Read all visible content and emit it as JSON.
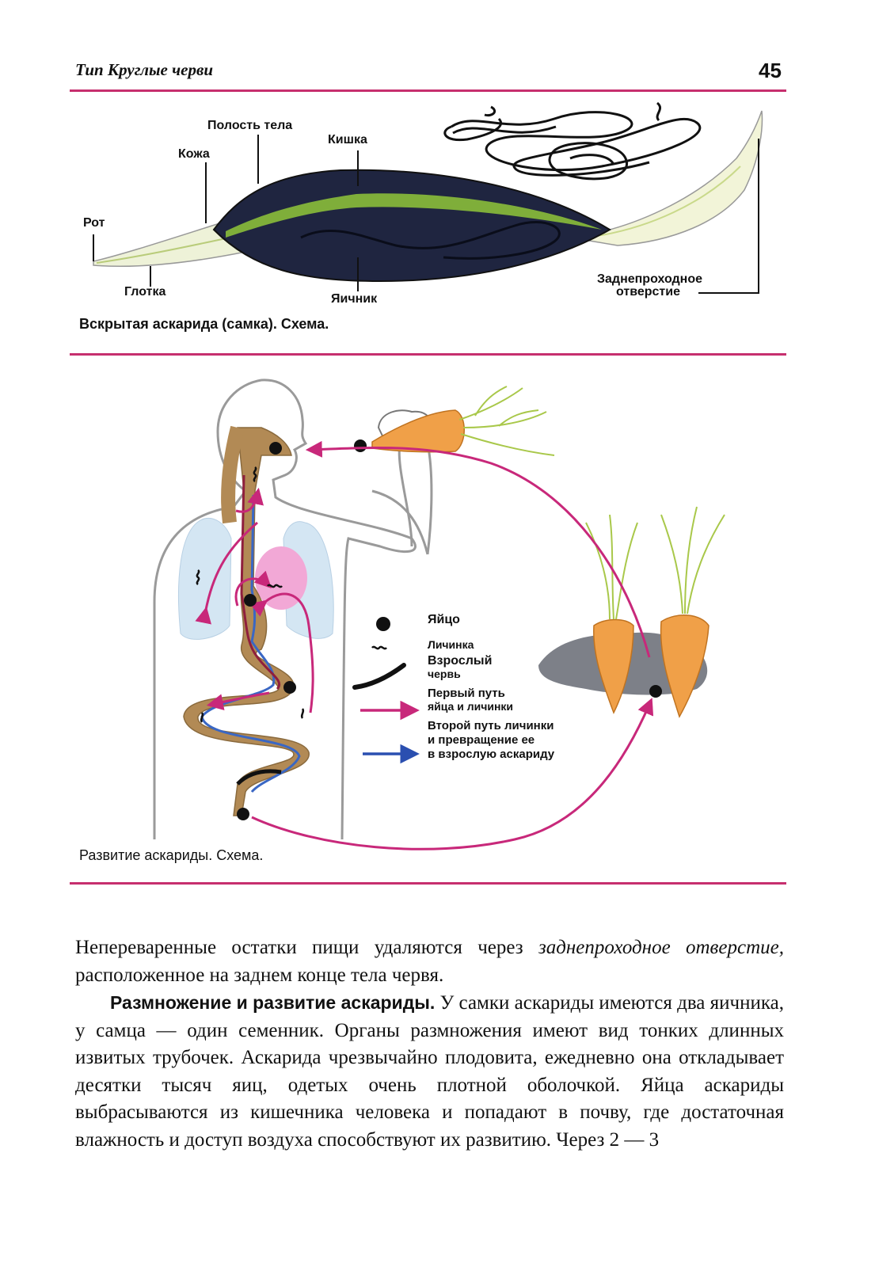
{
  "header": {
    "title": "Тип Круглые черви",
    "page_number": "45"
  },
  "figure1": {
    "labels": {
      "cavity": "Полость тела",
      "skin": "Кожа",
      "intestine": "Кишка",
      "mouth": "Рот",
      "pharynx": "Глотка",
      "ovary": "Яичник",
      "anus_line1": "Заднепроходное",
      "anus_line2": "отверстие"
    },
    "caption": "Вскрытая аскарида (самка). Схема."
  },
  "figure2": {
    "legend": {
      "egg": "Яйцо",
      "larva": "Личинка",
      "adult_line1": "Взрослый",
      "adult_line2": "червь",
      "path1_line1": "Первый путь",
      "path1_line2": "яйца и личинки",
      "path2_line1": "Второй путь личинки",
      "path2_line2": "и превращение ее",
      "path2_line3": "в взрослую аскариду"
    },
    "caption": "Развитие аскариды. Схема.",
    "colors": {
      "path1": "#c8287a",
      "path2": "#2a4fb0",
      "gut": "#a67c48"
    }
  },
  "body": {
    "p1_a": "Непереваренные остатки пищи удаляются через ",
    "p1_em": "заднепроходное отверстие,",
    "p1_b": " расположенное на заднем конце тела червя.",
    "p2_bold": "Размножение и развитие аскариды.",
    "p2_text": " У самки аскариды имеются два яичника, у самца — один семенник. Органы размножения имеют вид тонких длинных извитых трубочек. Аскарида чрезвычайно плодовита, ежедневно она откладывает десятки тысяч яиц, одетых очень плотной оболочкой. Яйца аскариды выбрасываются из кишечника человека и попадают в почву, где достаточная влажность и доступ воздуха способствуют их развитию. Через 2 — 3"
  }
}
